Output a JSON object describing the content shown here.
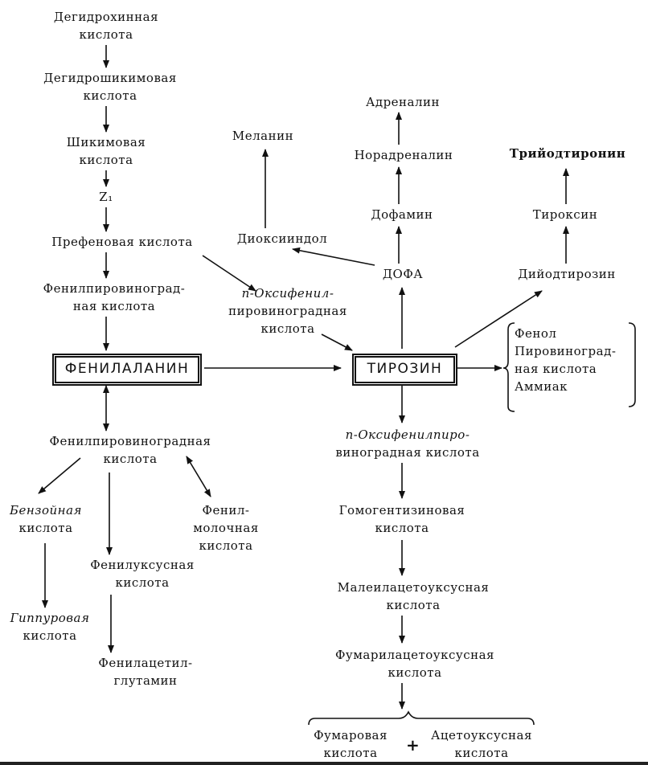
{
  "nodes": {
    "dehydroquinic": [
      "Дегидрохинная",
      "кислота"
    ],
    "dehydroshikimic": [
      "Дегидрошикимовая",
      "кислота"
    ],
    "shikimic": [
      "Шикимовая",
      "кислота"
    ],
    "z1": [
      "Z₁"
    ],
    "prephenic": [
      "Префеновая кислота"
    ],
    "phenylpyruvic_top": [
      "Фенилпировиноград-",
      "ная кислота"
    ],
    "phenylalanine": "ФЕНИЛАЛАНИН",
    "p_hydroxyphenylpyruvic_mid": [
      "п-Оксифенил-",
      "пировиноградная",
      "кислота"
    ],
    "tyrosine": "ТИРОЗИН",
    "adrenaline": [
      "Адреналин"
    ],
    "noradrenaline": [
      "Норадреналин"
    ],
    "dopamine": [
      "Дофамин"
    ],
    "dopa": [
      "ДОФА"
    ],
    "melanin": [
      "Меланин"
    ],
    "dihydroxyindole": [
      "Диоксииндол"
    ],
    "triiodothyronine": [
      "Трийодтиронин"
    ],
    "thyroxine": [
      "Тироксин"
    ],
    "diiodotyrosine": [
      "Дийодтирозин"
    ],
    "bracket_products": [
      "Фенол",
      "Пировиноград-",
      "ная кислота",
      "Аммиак"
    ],
    "phenylpyruvic_bottom": [
      "Фенилпировиноградная",
      "кислота"
    ],
    "benzoic": [
      "Бензойная",
      "кислота"
    ],
    "phenyllactic": [
      "Фенил-",
      "молочная",
      "кислота"
    ],
    "phenylacetic": [
      "Фенилуксусная",
      "кислота"
    ],
    "hippuric": [
      "Гиппуровая",
      "кислота"
    ],
    "phenylacetylglutamine": [
      "Фенилацетил-",
      "глутамин"
    ],
    "p_hydroxyphenylpyruvic_bottom": [
      "п-Оксифенилпиро-",
      "виноградная кислота"
    ],
    "homogentisic": [
      "Гомогентизиновая",
      "кислота"
    ],
    "maleylacetoacetic": [
      "Малеилацетоуксусная",
      "кислота"
    ],
    "fumarylacetoacetic": [
      "Фумарилацетоуксусная",
      "кислота"
    ],
    "fumaric": [
      "Фумаровая",
      "кислота"
    ],
    "acetoacetic": [
      "Ацетоуксусная",
      "кислота"
    ],
    "plus": "+"
  }
}
